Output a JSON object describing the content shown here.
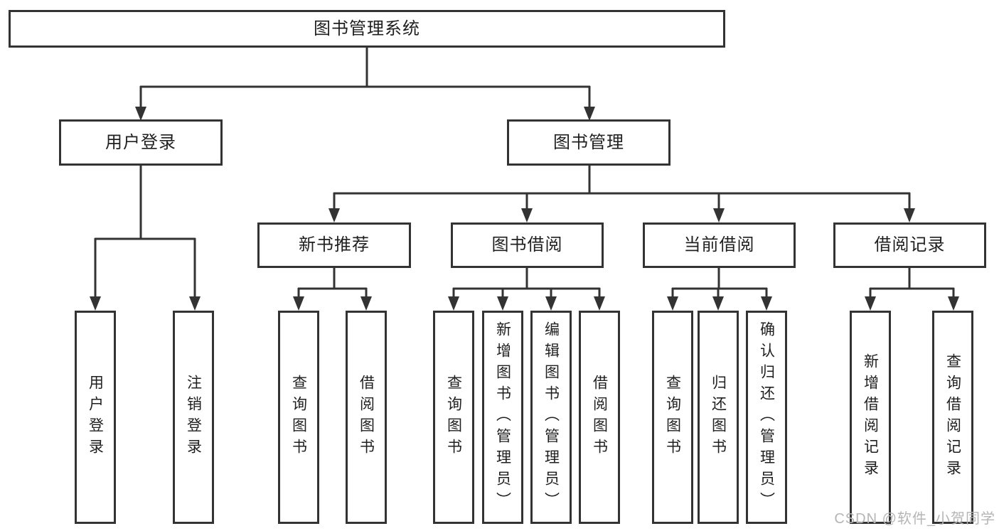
{
  "diagram": {
    "root": {
      "label": "图书管理系统"
    },
    "branches": {
      "user_login": {
        "label": "用户登录",
        "children": {
          "login": {
            "label": "用户登录"
          },
          "logout": {
            "label": "注销登录"
          }
        }
      },
      "book_management": {
        "label": "图书管理",
        "children": {
          "new_book_recommend": {
            "label": "新书推荐",
            "children": {
              "search_book": {
                "label": "查询图书"
              },
              "borrow_book": {
                "label": "借阅图书"
              }
            }
          },
          "book_borrowing": {
            "label": "图书借阅",
            "children": {
              "search_book": {
                "label": "查询图书"
              },
              "add_book_admin": {
                "label": "新增图书（管理员）"
              },
              "edit_book_admin": {
                "label": "编辑图书（管理员）"
              },
              "borrow_book": {
                "label": "借阅图书"
              }
            }
          },
          "current_borrowing": {
            "label": "当前借阅",
            "children": {
              "search_book": {
                "label": "查询图书"
              },
              "return_book": {
                "label": "归还图书"
              },
              "confirm_return_admin": {
                "label": "确认归还（管理员）"
              }
            }
          },
          "borrowing_records": {
            "label": "借阅记录",
            "children": {
              "add_record": {
                "label": "新增借阅记录"
              },
              "search_record": {
                "label": "查询借阅记录"
              }
            }
          }
        }
      }
    }
  },
  "watermark": {
    "text": "CSDN @软件_小贺同学"
  },
  "colors": {
    "line": "#333333",
    "text": "#1f1f1f",
    "box_background": "#ffffff",
    "watermark": "#b5b5b5",
    "page_background": "#ffffff"
  }
}
